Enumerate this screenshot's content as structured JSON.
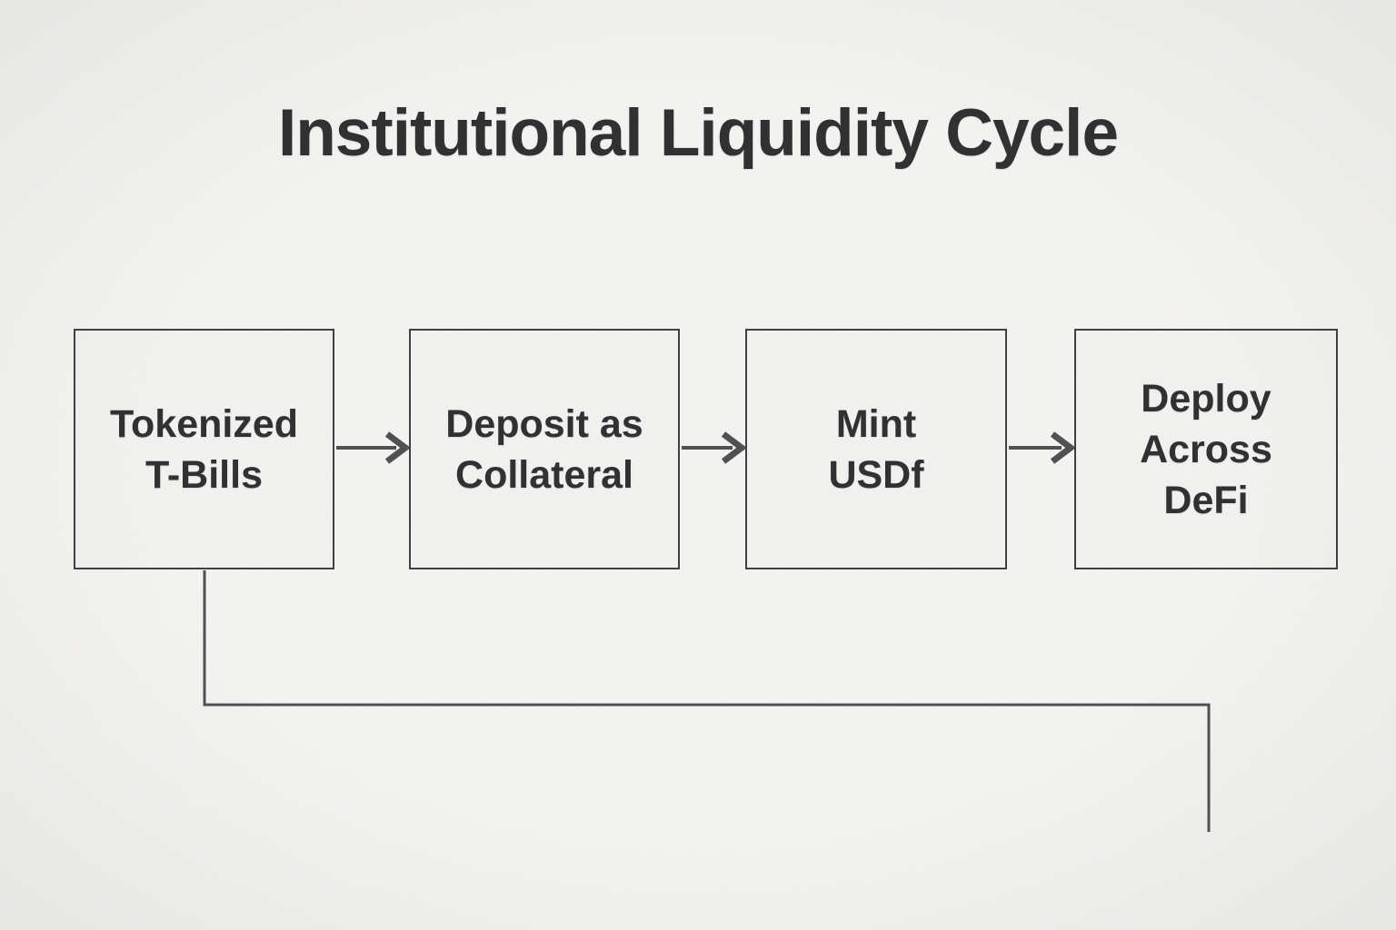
{
  "title": "Institutional Liquidity Cycle",
  "flow": {
    "boxes": [
      {
        "id": "tokenized-t-bills",
        "lines": [
          "Tokenized",
          "T-Bills"
        ]
      },
      {
        "id": "deposit-as-collateral",
        "lines": [
          "Deposit as",
          "Collateral"
        ]
      },
      {
        "id": "mint-usdf",
        "lines": [
          "Mint",
          "USDf"
        ]
      },
      {
        "id": "deploy-across-defi",
        "lines": [
          "Deploy",
          "Across",
          "DeFi"
        ]
      }
    ],
    "connections": [
      {
        "from": "tokenized-t-bills",
        "to": "deposit-as-collateral",
        "type": "arrow-right"
      },
      {
        "from": "deposit-as-collateral",
        "to": "mint-usdf",
        "type": "arrow-right"
      },
      {
        "from": "mint-usdf",
        "to": "deploy-across-defi",
        "type": "arrow-right"
      },
      {
        "from": "tokenized-t-bills",
        "to": "deploy-across-defi",
        "type": "elbow-line-bottom"
      }
    ]
  },
  "colors": {
    "background": "#f5f4f2",
    "box_fill": "#f2f2f0",
    "box_border": "#3d3d3d",
    "text": "#2d2d2d",
    "connector": "#4e4e4e"
  }
}
